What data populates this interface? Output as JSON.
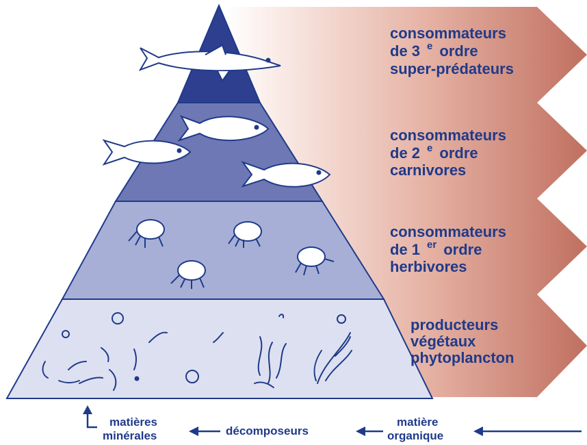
{
  "colors": {
    "text": "#1f3a8a",
    "outline": "#1f3a8a",
    "level1": "#2e3f8f",
    "level2": "#6d78b4",
    "level3": "#a7afd6",
    "level4": "#dde0f0",
    "gradient_light": "#fbeeea",
    "gradient_dark": "#c07060"
  },
  "levels": [
    {
      "line1": "consommateurs",
      "line2_pre": "de 3",
      "sup": "e",
      "line2_post": "ordre",
      "line3": "super-prédateurs",
      "organism": "pike-fish-icon"
    },
    {
      "line1": "consommateurs",
      "line2_pre": "de 2",
      "sup": "e",
      "line2_post": "ordre",
      "line3": "carnivores",
      "organism": "fish-icon"
    },
    {
      "line1": "consommateurs",
      "line2_pre": "de 1",
      "sup": "er",
      "line2_post": "ordre",
      "line3": "herbivores",
      "organism": "zooplankton-icon"
    },
    {
      "line1": "producteurs",
      "line2_pre": "végétaux",
      "sup": "",
      "line2_post": "",
      "line3": "phytoplancton",
      "organism": "phytoplankton-icon"
    }
  ],
  "cycle": {
    "matiere_organique_1": "matière",
    "matiere_organique_2": "organique",
    "decomposeurs": "décomposeurs",
    "matieres_minerales_1": "matières",
    "matieres_minerales_2": "minérales"
  }
}
